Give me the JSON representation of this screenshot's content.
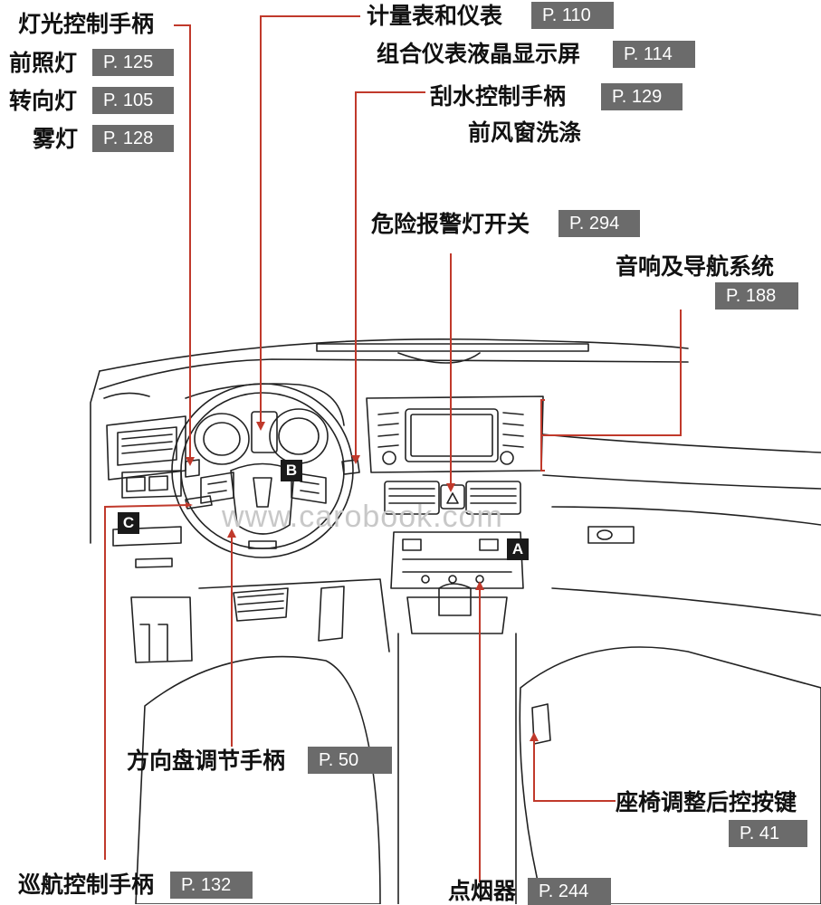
{
  "labels": {
    "light_stalk": "灯光控制手柄",
    "headlight": "前照灯",
    "headlight_page": "P. 125",
    "turn_signal": "转向灯",
    "turn_signal_page": "P. 105",
    "fog_light": "雾灯",
    "fog_light_page": "P. 128",
    "gauges": "计量表和仪表",
    "gauges_page": "P. 110",
    "lcd_cluster": "组合仪表液晶显示屏",
    "lcd_cluster_page": "P. 114",
    "wiper_stalk": "刮水控制手柄",
    "wiper_stalk_page": "P. 129",
    "washer": "前风窗洗涤",
    "hazard": "危险报警灯开关",
    "hazard_page": "P. 294",
    "audio_nav": "音响及导航系统",
    "audio_nav_page": "P. 188",
    "steering_adjust": "方向盘调节手柄",
    "steering_adjust_page": "P. 50",
    "seat_buttons": "座椅调整后控按键",
    "seat_buttons_page": "P. 41",
    "cruise": "巡航控制手柄",
    "cruise_page": "P. 132",
    "lighter": "点烟器",
    "lighter_page": "P. 244"
  },
  "markers": {
    "a": "A",
    "b": "B",
    "c": "C"
  },
  "watermark": "www.carobook.com",
  "colors": {
    "leader": "#c0392b",
    "page_bg": "#6b6b6b",
    "line": "#222222"
  }
}
